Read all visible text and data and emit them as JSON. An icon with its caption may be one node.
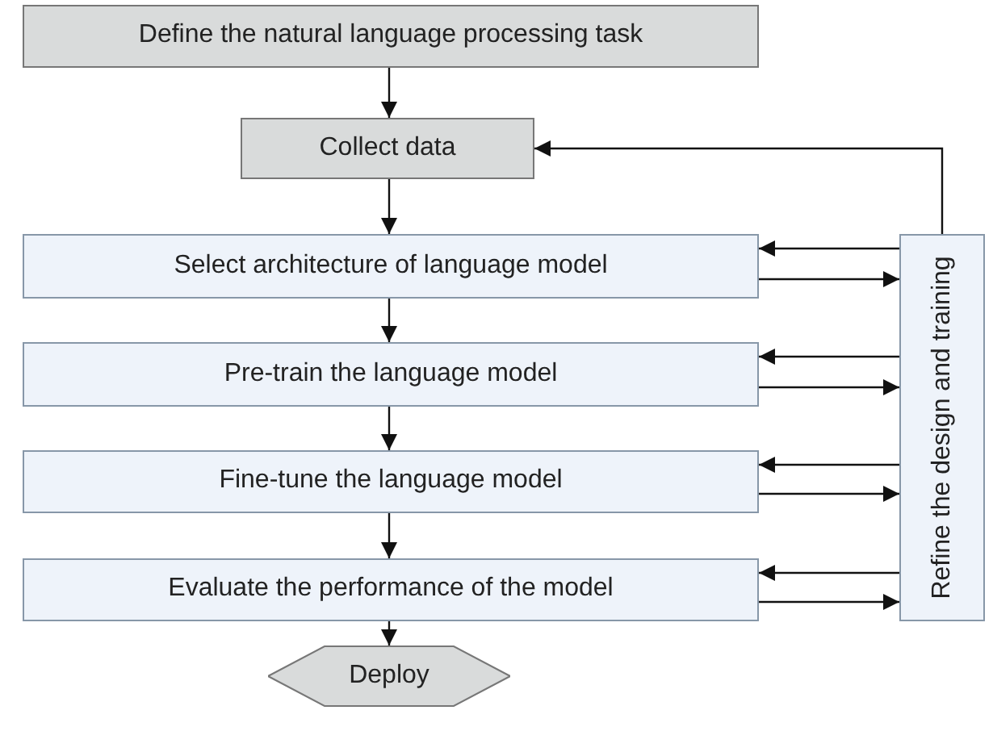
{
  "diagram": {
    "nodes": [
      {
        "text": [
          "Define the natural language processing task"
        ]
      },
      {
        "text": [
          "Collect data"
        ]
      },
      {
        "text": [
          "Select architecture of language model"
        ]
      },
      {
        "text": [
          "Pre-train the language model"
        ]
      },
      {
        "text": [
          "Fine-tune the language model"
        ]
      },
      {
        "text": [
          "Evaluate the performance of the model"
        ]
      },
      {
        "text": [
          "Refine the design and training"
        ]
      },
      {
        "text": [
          "Deploy"
        ]
      }
    ],
    "edges": [
      {
        "from": 0,
        "to": 1,
        "arrow": "to"
      },
      {
        "from": 1,
        "to": 2,
        "arrow": "to"
      },
      {
        "from": 2,
        "to": 3,
        "arrow": "to"
      },
      {
        "from": 3,
        "to": 4,
        "arrow": "to"
      },
      {
        "from": 4,
        "to": 5,
        "arrow": "to"
      },
      {
        "from": 5,
        "to": 7,
        "arrow": "to"
      },
      {
        "from": 6,
        "to": 1,
        "arrow": "to"
      },
      {
        "from": 6,
        "to": 2,
        "arrow": "to"
      },
      {
        "from": 2,
        "to": 6,
        "arrow": "to"
      },
      {
        "from": 6,
        "to": 3,
        "arrow": "to"
      },
      {
        "from": 3,
        "to": 6,
        "arrow": "to"
      },
      {
        "from": 6,
        "to": 4,
        "arrow": "to"
      },
      {
        "from": 4,
        "to": 6,
        "arrow": "to"
      },
      {
        "from": 6,
        "to": 5,
        "arrow": "to"
      },
      {
        "from": 5,
        "to": 6,
        "arrow": "to"
      }
    ]
  }
}
